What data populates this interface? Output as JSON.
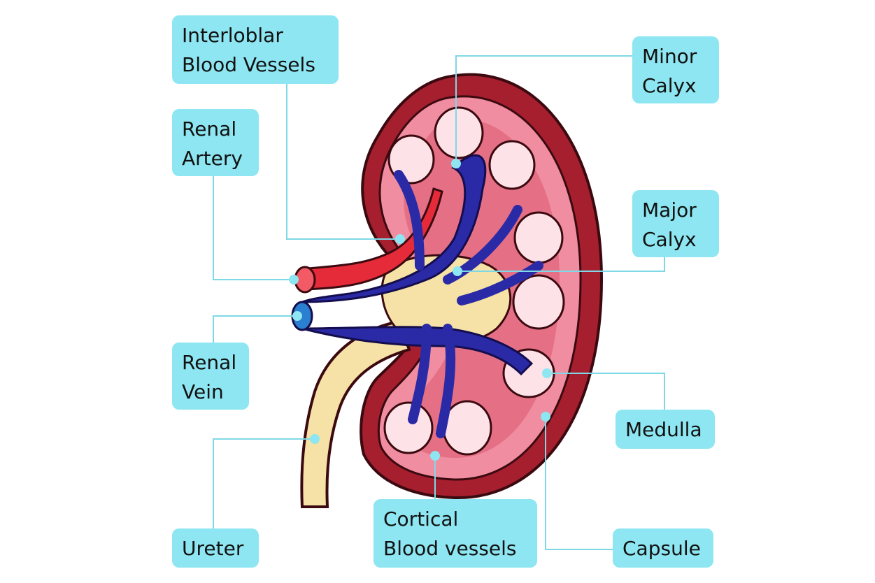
{
  "colors": {
    "label_bg": "#8de6f1",
    "leader_line": "#7fd8e6",
    "capsule": "#a51f2e",
    "cortex": "#f08da0",
    "medulla": "#fde3e8",
    "vein": "#2b2aa6",
    "artery": "#e52b3a",
    "ureter": "#f6e2a6"
  },
  "labels": {
    "interlobular": {
      "line1": "Interloblar",
      "line2": "Blood Vessels"
    },
    "renal_artery": {
      "line1": "Renal",
      "line2": "Artery"
    },
    "renal_vein": {
      "line1": "Renal",
      "line2": "Vein"
    },
    "ureter": {
      "line1": "Ureter"
    },
    "cortical": {
      "line1": "Cortical",
      "line2": "Blood vessels"
    },
    "capsule": {
      "line1": "Capsule"
    },
    "medulla": {
      "line1": "Medulla"
    },
    "major_calyx": {
      "line1": "Major",
      "line2": "Calyx"
    },
    "minor_calyx": {
      "line1": "Minor",
      "line2": "Calyx"
    }
  }
}
